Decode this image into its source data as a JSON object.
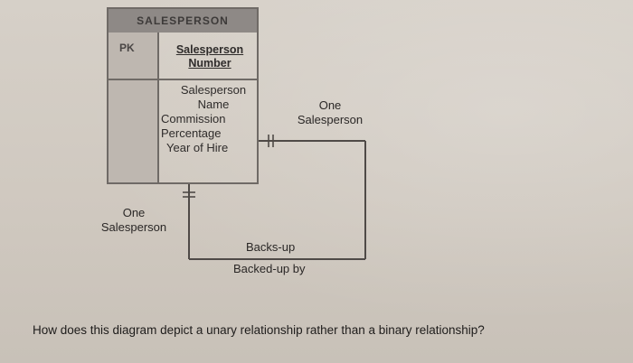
{
  "entity": {
    "name": "SALESPERSON",
    "pk_label": "PK",
    "pk_attribute": "Salesperson Number",
    "attributes": [
      "Salesperson Name",
      "Commission Percentage",
      "Year of Hire"
    ]
  },
  "relationship": {
    "top_cardinality": "One Salesperson",
    "left_cardinality": "One Salesperson",
    "label_forward": "Backs-up",
    "label_reverse": "Backed-up by"
  },
  "question": "How does this diagram depict a unary relationship rather than a binary relationship?",
  "colors": {
    "background": "#d2ccc4",
    "line": "#4f4a47",
    "header_fill": "#8e8986",
    "key_column_fill": "#beb7b0"
  }
}
